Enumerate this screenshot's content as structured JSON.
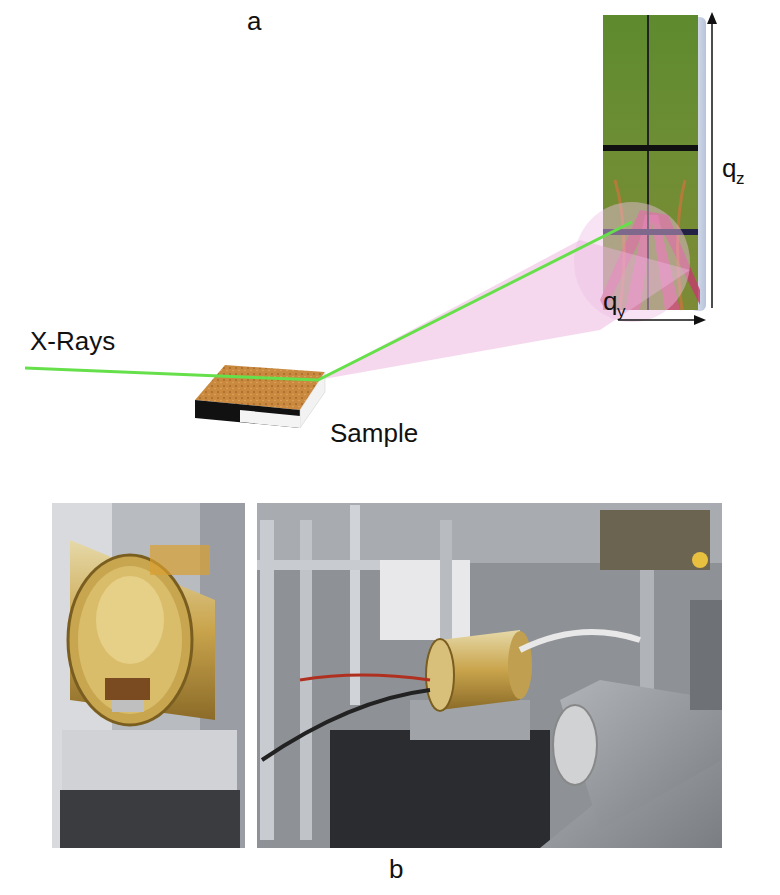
{
  "diagram": {
    "labels": [
      "a",
      "X-Rays",
      "Sample",
      "q",
      "z",
      "q",
      "y",
      "b"
    ]
  }
}
